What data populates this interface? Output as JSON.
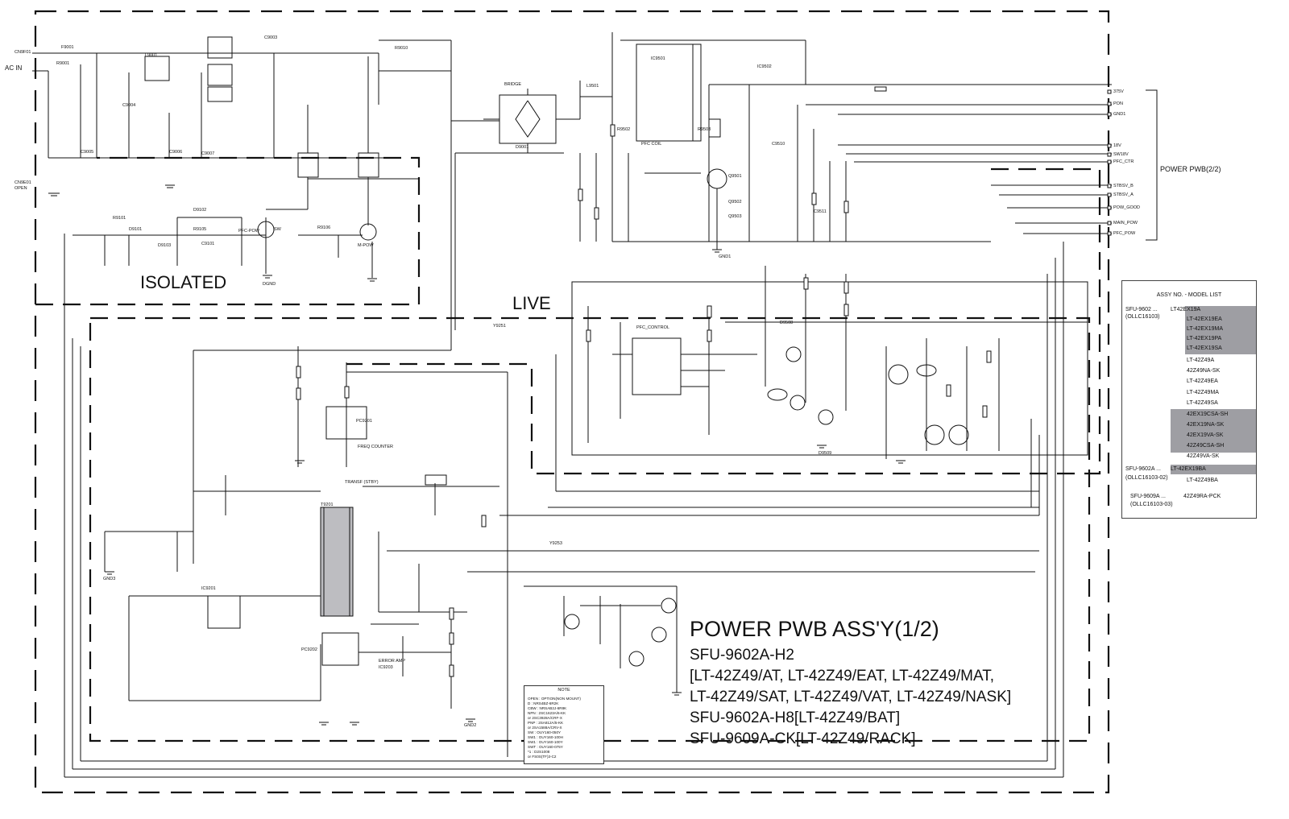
{
  "title": {
    "main": "POWER PWB ASS'Y(1/2)",
    "lines": [
      "SFU-9602A-H2",
      "[LT-42Z49/AT, LT-42Z49/EAT, LT-42Z49/MAT,",
      "LT-42Z49/SAT, LT-42Z49/VAT, LT-42Z49/NASK]",
      "SFU-9602A-H8[LT-42Z49/BAT]",
      "SFU-9609A-CK[LT-42Z49/RACK]"
    ]
  },
  "zones": {
    "isolated": "ISOLATED",
    "live": "LIVE"
  },
  "input": {
    "ac_in": "AC IN",
    "connector": "CN9F01",
    "gnd_conn": "CN9E01",
    "gnd_conn_note": "OPEN"
  },
  "output_reference": "POWER PWB(2/2)",
  "rails": [
    "375V",
    "PON",
    "GND1",
    "18V",
    "SW18V",
    "PFC_CTR",
    "STBSV_B",
    "STBSV_A",
    "POW_GOOD",
    "MAIN_POW",
    "PFC_POW"
  ],
  "model_list": {
    "heading": "ASSY NO. - MODEL LIST",
    "groups": [
      {
        "assy": "SFU-9602 ...",
        "code": "(OLLC16103)",
        "models": [
          {
            "name": "LT42EX19A",
            "shaded": true
          },
          {
            "name": "LT-42EX19EA",
            "shaded": true
          },
          {
            "name": "LT-42EX19MA",
            "shaded": true
          },
          {
            "name": "LT-42EX19PA",
            "shaded": true
          },
          {
            "name": "LT-42EX19SA",
            "shaded": true
          },
          {
            "name": "LT-42Z49A",
            "shaded": false
          },
          {
            "name": "42Z49NA-SK",
            "shaded": false
          },
          {
            "name": "LT-42Z49EA",
            "shaded": false
          },
          {
            "name": "LT-42Z49MA",
            "shaded": false
          },
          {
            "name": "LT-42Z49SA",
            "shaded": false
          },
          {
            "name": "42EX19CSA-SH",
            "shaded": true
          },
          {
            "name": "42EX19NA-SK",
            "shaded": true
          },
          {
            "name": "42EX19VA-SK",
            "shaded": true
          },
          {
            "name": "42Z49CSA-SH",
            "shaded": true
          },
          {
            "name": "42Z49VA-SK",
            "shaded": false
          }
        ]
      },
      {
        "assy": "SFU-9602A ...",
        "code": "(OLLC16103-02)",
        "models": [
          {
            "name": "LT-42EX19BA",
            "shaded": true
          },
          {
            "name": "LT-42Z49BA",
            "shaded": false
          }
        ]
      },
      {
        "assy": "SFU-9609A ...",
        "code": "(OLLC16103-03)",
        "models": [
          {
            "name": "42Z49RA-PCK",
            "shaded": false
          }
        ]
      }
    ]
  },
  "note": {
    "title": "NOTE",
    "rows": [
      "OPEN : OPTION(NON MOUNT)",
      "D   : NRS4BZ-6R2K",
      "CBW : NRSAB2J-6R8K",
      "NPN : 2SC1623A/6-KK",
      "      or 2SC3928A/CRF-X",
      "PNP : 2SA812A/5-KK",
      "      or 2SA1588A/CRV-X",
      "SW  : OUY160-050Y",
      "SW1 : OUY160-100H",
      "SW1 : OUY160-100Y",
      "SWT : OUY160-075Y",
      "*1  : D2S1008",
      "      or FS0S(TF)3-C2"
    ]
  },
  "component_labels": [
    "F9001",
    "R9001",
    "L9001",
    "C9003",
    "C9004",
    "C9005",
    "C9006",
    "C9007",
    "R9010",
    "BRIDGE",
    "D9001",
    "IC9501",
    "IC9502",
    "C9510",
    "C9511",
    "L9501",
    "R9502",
    "R9503",
    "Q9501",
    "Q9502",
    "Q9503",
    "D9508",
    "D9509",
    "PFC_CONTROL",
    "PFC COIL",
    "IC9201",
    "T9201",
    "PC9201",
    "PC9202",
    "IC9203",
    "ERROR AMP",
    "TRANSF (STBY)",
    "FREQ COUNTER",
    "SW",
    "M-POW",
    "PFC-POW",
    "DGND",
    "GND1",
    "GND2",
    "GND3",
    "Y9251",
    "Y9253",
    "D9101",
    "R9101",
    "D9102",
    "R9105",
    "R9106",
    "C9101",
    "D9103"
  ]
}
